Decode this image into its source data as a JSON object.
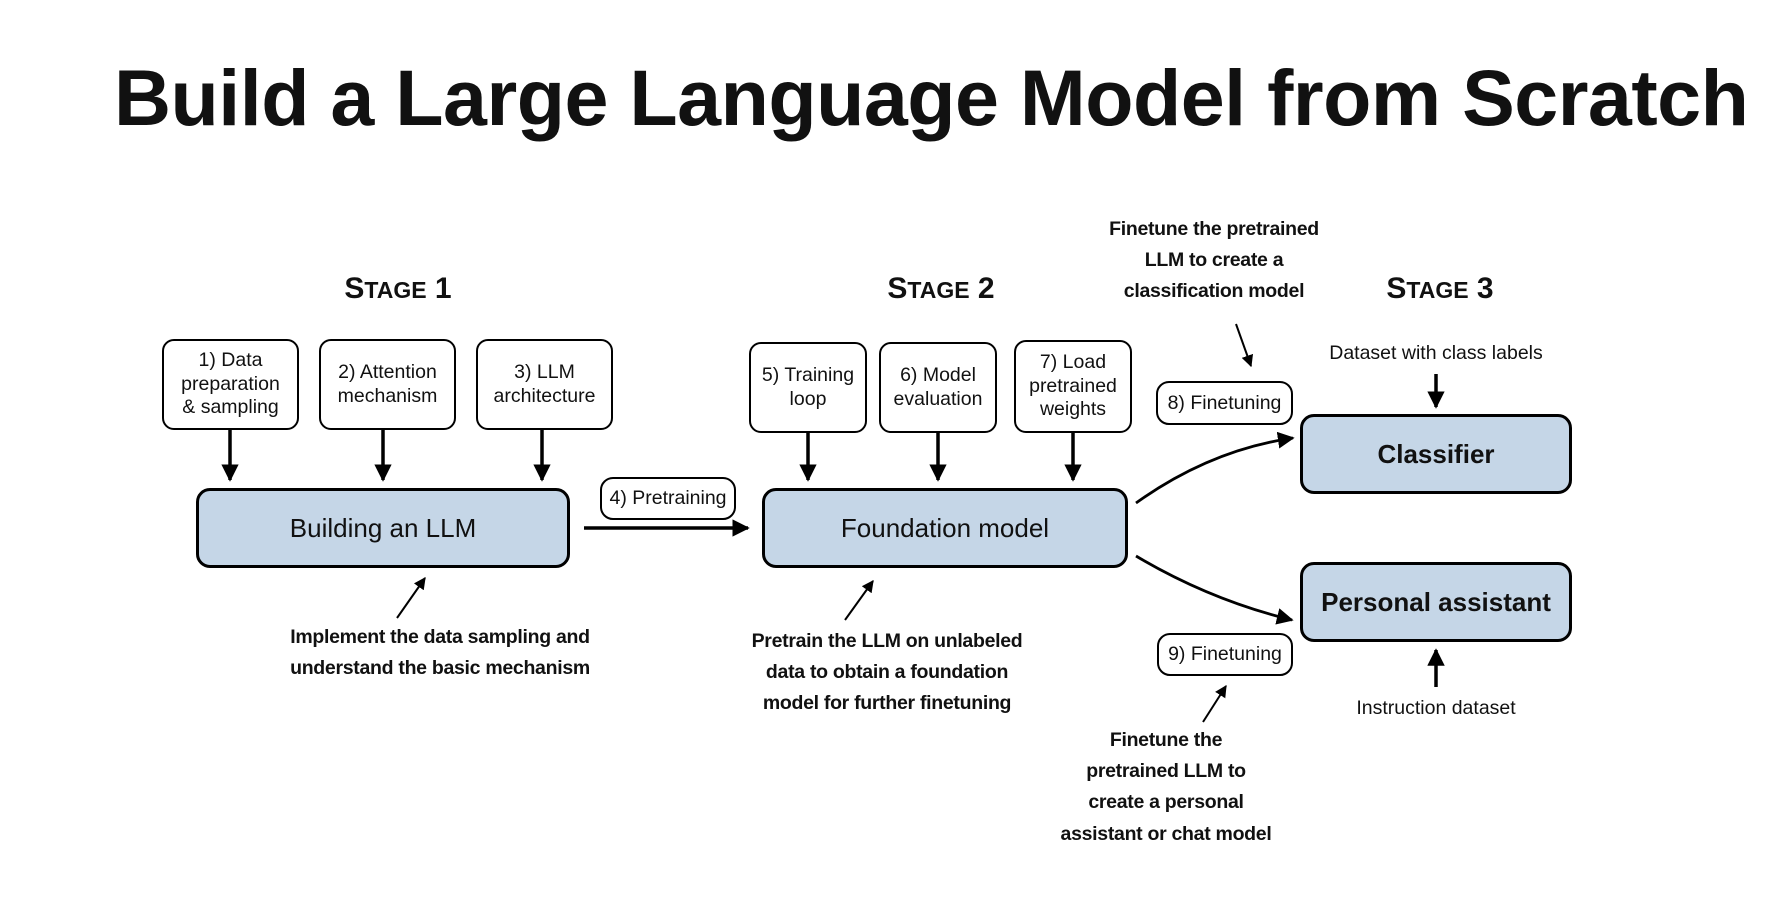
{
  "title": "Build a Large Language Model from Scratch",
  "stages": {
    "s1": {
      "first": "S",
      "rest": "TAGE",
      "num": " 1"
    },
    "s2": {
      "first": "S",
      "rest": "TAGE",
      "num": " 2"
    },
    "s3": {
      "first": "S",
      "rest": "TAGE",
      "num": " 3"
    }
  },
  "steps": {
    "step1": "1) Data\npreparation\n& sampling",
    "step2": "2) Attention\nmechanism",
    "step3": "3) LLM\narchitecture",
    "step4": "4) Pretraining",
    "step5": "5) Training\nloop",
    "step6": "6) Model\nevaluation",
    "step7": "7) Load\npretrained\nweights",
    "step8": "8) Finetuning",
    "step9": "9) Finetuning"
  },
  "main_boxes": {
    "building": "Building an LLM",
    "foundation": "Foundation model",
    "classifier": "Classifier",
    "assistant": "Personal assistant"
  },
  "notes": {
    "stage1": "Implement the data sampling and\nunderstand the basic mechanism",
    "stage2": "Pretrain the LLM on unlabeled\ndata to obtain a foundation\nmodel for further finetuning",
    "classification": "Finetune the pretrained\nLLM to create a\nclassification model",
    "assistant": "Finetune the\npretrained LLM to\ncreate a personal\nassistant or chat model"
  },
  "labels": {
    "dataset_class": "Dataset with class labels",
    "instruction": "Instruction dataset"
  },
  "colors": {
    "box_fill": "#c5d6e7",
    "stroke": "#000000",
    "background": "#ffffff"
  }
}
